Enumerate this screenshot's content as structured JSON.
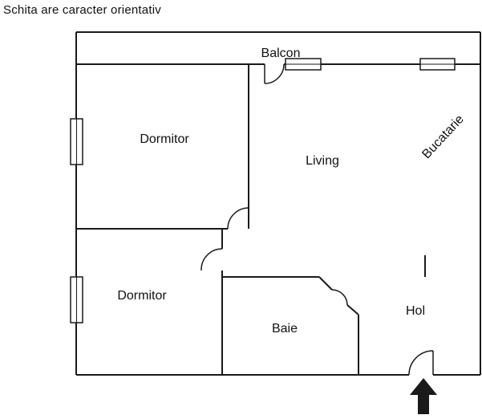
{
  "disclaimer": "Schita are caracter orientativ",
  "floor_plan": {
    "rooms": {
      "balcon": "Balcon",
      "dormitor_top": "Dormitor",
      "living": "Living",
      "bucatarie": "Bucatarie",
      "dormitor_bottom": "Dormitor",
      "baie": "Baie",
      "hol": "Hol"
    },
    "colors": {
      "wall": "#1a1a1a",
      "text": "#111111",
      "background": "#ffffff"
    },
    "icons": {
      "entrance_arrow": "up-arrow-entrance-marker"
    }
  }
}
